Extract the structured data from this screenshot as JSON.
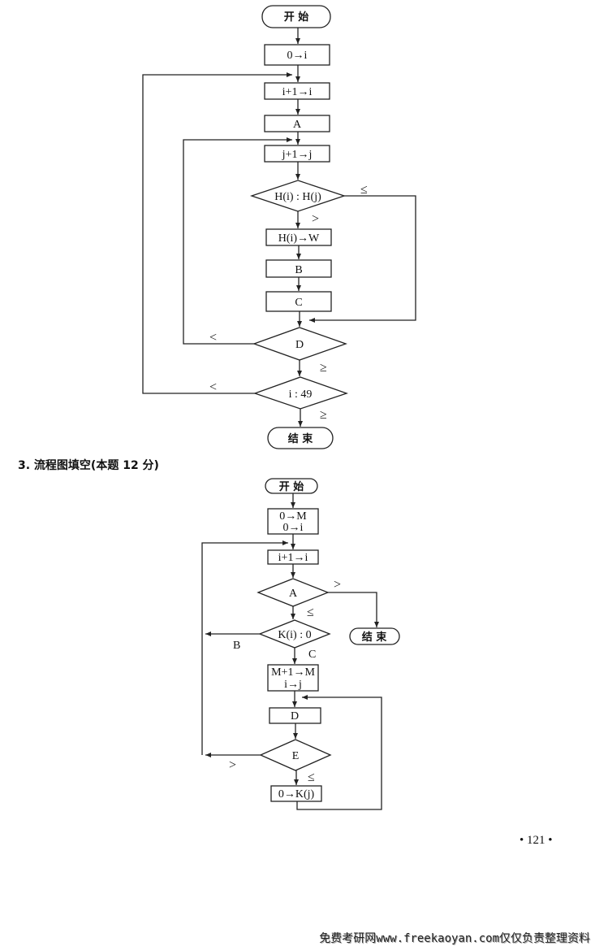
{
  "flowchart1": {
    "start": "开 始",
    "init": "0→i",
    "inc_i": "i+1→i",
    "step_a": "A",
    "inc_j": "j+1→j",
    "compare": "H(i) : H(j)",
    "le_label": "≤",
    "gt_label": ">",
    "assign_w": "H(i)→W",
    "step_b": "B",
    "step_c": "C",
    "cond_d": "D",
    "d_lt_label": "<",
    "d_ge_label": "≥",
    "cond_i49": "i : 49",
    "i49_lt_label": "<",
    "i49_ge_label": "≥",
    "end": "结 束"
  },
  "question": {
    "heading": "3. 流程图填空(本题 12 分)"
  },
  "flowchart2": {
    "start": "开 始",
    "init_m": "0→M",
    "init_i": "0→i",
    "inc_i": "i+1→i",
    "cond_a": "A",
    "a_gt_label": ">",
    "a_le_label": "≤",
    "end": "结 束",
    "cond_k": "K(i) : 0",
    "k_label_b": "B",
    "k_label_c": "C",
    "inc_m": "M+1→M",
    "assign_j": "i→j",
    "step_d": "D",
    "cond_e": "E",
    "e_gt_label": ">",
    "e_le_label": "≤",
    "reset_k": "0→K(j)"
  },
  "page_number": "• 121 •",
  "footer": "免费考研网www.freekaoyan.com仅仅负责整理资料"
}
